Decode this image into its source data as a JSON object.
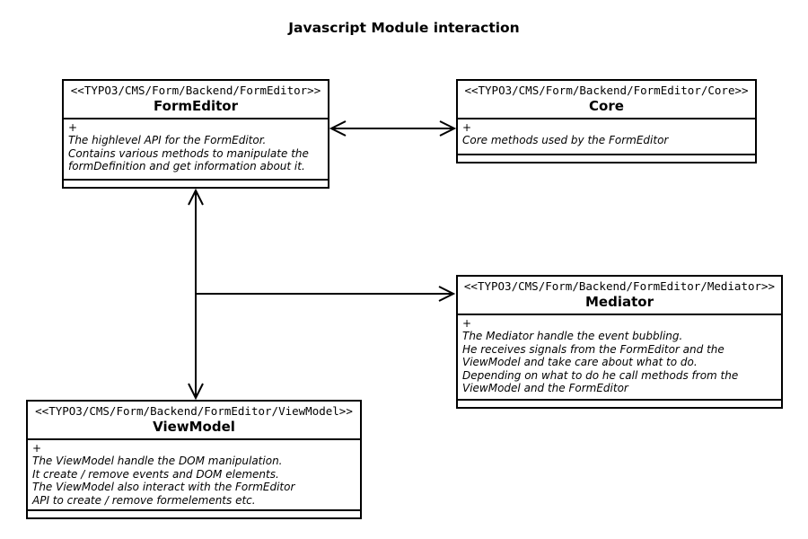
{
  "title": "Javascript Module interaction",
  "colors": {
    "line": "#000000",
    "background": "#ffffff"
  },
  "boxes": {
    "formeditor": {
      "stereotype": "<<TYPO3/CMS/Form/Backend/FormEditor>>",
      "name": "FormEditor",
      "visibility": "+",
      "description": [
        "The highlevel API for the FormEditor.",
        "Contains various methods to manipulate the",
        "formDefinition and get information about it."
      ]
    },
    "core": {
      "stereotype": "<<TYPO3/CMS/Form/Backend/FormEditor/Core>>",
      "name": "Core",
      "visibility": "+",
      "description": [
        "Core methods used by the FormEditor"
      ]
    },
    "mediator": {
      "stereotype": "<<TYPO3/CMS/Form/Backend/FormEditor/Mediator>>",
      "name": "Mediator",
      "visibility": "+",
      "description": [
        "The Mediator handle the event bubbling.",
        "He receives signals from the FormEditor and the",
        "ViewModel and take care about what to do.",
        "Depending on what to do he call methods from the",
        "ViewModel and the FormEditor"
      ]
    },
    "viewmodel": {
      "stereotype": "<<TYPO3/CMS/Form/Backend/FormEditor/ViewModel>>",
      "name": "ViewModel",
      "visibility": "+",
      "description": [
        "The ViewModel handle the DOM manipulation.",
        "It create / remove events and DOM elements.",
        "The ViewModel also interact with the FormEditor",
        "API to create / remove formelements etc."
      ]
    }
  },
  "relations": {
    "formeditor_core": "bidirectional",
    "formeditor_viewmodel": "bidirectional",
    "junction_mediator": "to-mediator"
  }
}
